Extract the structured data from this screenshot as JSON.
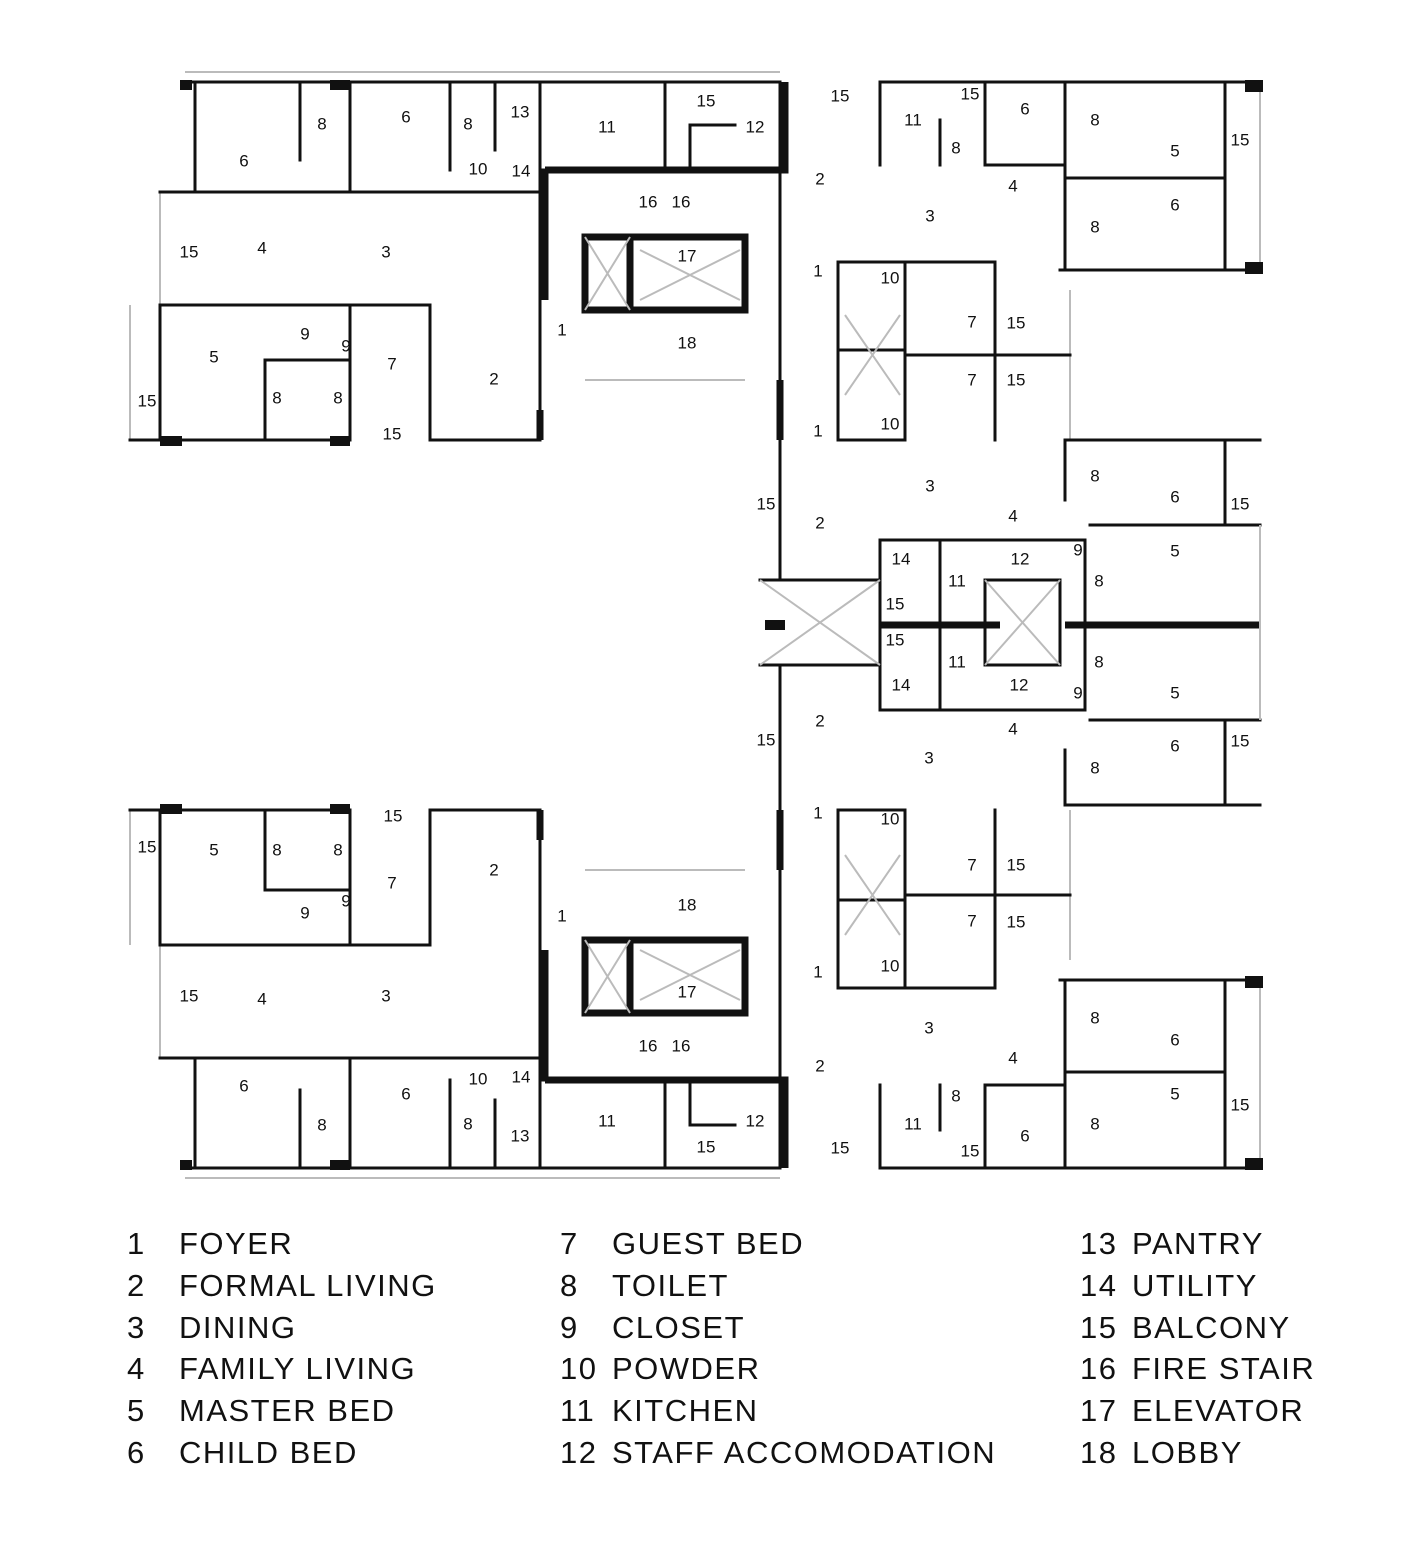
{
  "rooms": [
    "8",
    "6",
    "8",
    "13",
    "11",
    "15",
    "12",
    "15",
    "11",
    "15",
    "6",
    "8",
    "8",
    "5",
    "15",
    "6",
    "10",
    "14",
    "16",
    "16",
    "2",
    "4",
    "3",
    "8",
    "6",
    "15",
    "4",
    "3",
    "17",
    "1",
    "10",
    "15",
    "7",
    "9",
    "9",
    "5",
    "7",
    "1",
    "18",
    "2",
    "7",
    "15",
    "15",
    "8",
    "8",
    "15",
    "1",
    "10",
    "3",
    "8",
    "6",
    "15",
    "4",
    "15",
    "2",
    "14",
    "11",
    "12",
    "9",
    "5",
    "8",
    "15",
    "15",
    "11",
    "12",
    "14",
    "8",
    "9",
    "5",
    "2",
    "4",
    "15",
    "3",
    "6",
    "15",
    "8",
    "1",
    "10",
    "15",
    "15",
    "5",
    "8",
    "8",
    "7",
    "2",
    "7",
    "15",
    "9",
    "9",
    "1",
    "18",
    "7",
    "15",
    "1",
    "10",
    "15",
    "4",
    "3",
    "17",
    "3",
    "8",
    "6",
    "2",
    "4",
    "16",
    "16",
    "6",
    "10",
    "14",
    "8",
    "5",
    "15",
    "6",
    "8",
    "8",
    "13",
    "11",
    "12",
    "11",
    "8",
    "6",
    "15",
    "15",
    "15"
  ],
  "legend": [
    {
      "num": "1",
      "label": "FOYER"
    },
    {
      "num": "2",
      "label": "FORMAL LIVING"
    },
    {
      "num": "3",
      "label": "DINING"
    },
    {
      "num": "4",
      "label": "FAMILY LIVING"
    },
    {
      "num": "5",
      "label": "MASTER BED"
    },
    {
      "num": "6",
      "label": "CHILD BED"
    },
    {
      "num": "7",
      "label": "GUEST BED"
    },
    {
      "num": "8",
      "label": "TOILET"
    },
    {
      "num": "9",
      "label": "CLOSET"
    },
    {
      "num": "10",
      "label": "POWDER"
    },
    {
      "num": "11",
      "label": "KITCHEN"
    },
    {
      "num": "12",
      "label": "STAFF ACCOMODATION"
    },
    {
      "num": "13",
      "label": "PANTRY"
    },
    {
      "num": "14",
      "label": "UTILITY"
    },
    {
      "num": "15",
      "label": "BALCONY"
    },
    {
      "num": "16",
      "label": "FIRE STAIR"
    },
    {
      "num": "17",
      "label": "ELEVATOR"
    },
    {
      "num": "18",
      "label": "LOBBY"
    }
  ]
}
